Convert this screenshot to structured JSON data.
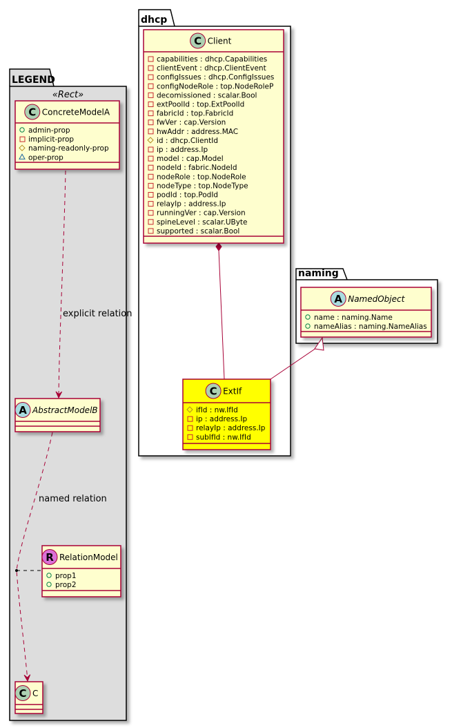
{
  "colors": {
    "class_fill": "#fefece",
    "class_border": "#a80036",
    "highlight_fill": "#ffff00",
    "legend_fill": "#dddddd",
    "icon_class": "#add1b2",
    "icon_abstract": "#a9dcdf",
    "icon_relation": "#da70d6",
    "vis_private": "#c82930",
    "vis_protected": "#b38d22",
    "vis_public": "#038048",
    "vis_package": "#1963a0"
  },
  "packages": [
    {
      "id": "legend",
      "name": "LEGEND",
      "stereotype": "«Rect»"
    },
    {
      "id": "dhcp",
      "name": "dhcp"
    },
    {
      "id": "naming",
      "name": "naming"
    }
  ],
  "classes": [
    {
      "id": "ConcreteModelA",
      "package": "legend",
      "kind": "C",
      "name": "ConcreteModelA",
      "italic": false,
      "attributes": [
        {
          "vis": "+",
          "text": "admin-prop"
        },
        {
          "vis": "-",
          "text": "implicit-prop"
        },
        {
          "vis": "#",
          "text": "naming-readonly-prop"
        },
        {
          "vis": "~",
          "text": "oper-prop"
        }
      ]
    },
    {
      "id": "AbstractModelB",
      "package": "legend",
      "kind": "A",
      "name": "AbstractModelB",
      "italic": true,
      "attributes": []
    },
    {
      "id": "RelationModel",
      "package": "legend",
      "kind": "R",
      "name": "RelationModel",
      "italic": false,
      "attributes": [
        {
          "vis": "+",
          "text": "prop1"
        },
        {
          "vis": "+",
          "text": "prop2"
        }
      ]
    },
    {
      "id": "C",
      "package": "legend",
      "kind": "C",
      "name": "C",
      "italic": false,
      "attributes": []
    },
    {
      "id": "Client",
      "package": "dhcp",
      "kind": "C",
      "name": "Client",
      "italic": false,
      "attributes": [
        {
          "vis": "-",
          "text": "capabilities : dhcp.Capabilities"
        },
        {
          "vis": "-",
          "text": "clientEvent : dhcp.ClientEvent"
        },
        {
          "vis": "-",
          "text": "configIssues : dhcp.ConfigIssues"
        },
        {
          "vis": "-",
          "text": "configNodeRole : top.NodeRoleP"
        },
        {
          "vis": "-",
          "text": "decomissioned : scalar.Bool"
        },
        {
          "vis": "-",
          "text": "extPoolId : top.ExtPoolId"
        },
        {
          "vis": "-",
          "text": "fabricId : top.FabricId"
        },
        {
          "vis": "-",
          "text": "fwVer : cap.Version"
        },
        {
          "vis": "-",
          "text": "hwAddr : address.MAC"
        },
        {
          "vis": "#",
          "text": "id : dhcp.ClientId"
        },
        {
          "vis": "-",
          "text": "ip : address.Ip"
        },
        {
          "vis": "-",
          "text": "model : cap.Model"
        },
        {
          "vis": "-",
          "text": "nodeId : fabric.NodeId"
        },
        {
          "vis": "-",
          "text": "nodeRole : top.NodeRole"
        },
        {
          "vis": "-",
          "text": "nodeType : top.NodeType"
        },
        {
          "vis": "-",
          "text": "podId : top.PodId"
        },
        {
          "vis": "-",
          "text": "relayIp : address.Ip"
        },
        {
          "vis": "-",
          "text": "runningVer : cap.Version"
        },
        {
          "vis": "-",
          "text": "spineLevel : scalar.UByte"
        },
        {
          "vis": "-",
          "text": "supported : scalar.Bool"
        }
      ]
    },
    {
      "id": "ExtIf",
      "package": "dhcp",
      "kind": "C",
      "name": "ExtIf",
      "italic": false,
      "highlighted": true,
      "attributes": [
        {
          "vis": "#",
          "text": "ifId : nw.IfId"
        },
        {
          "vis": "-",
          "text": "ip : address.Ip"
        },
        {
          "vis": "-",
          "text": "relayIp : address.Ip"
        },
        {
          "vis": "-",
          "text": "subIfId : nw.IfId"
        }
      ]
    },
    {
      "id": "NamedObject",
      "package": "naming",
      "kind": "A",
      "name": "NamedObject",
      "italic": true,
      "attributes": [
        {
          "vis": "+",
          "text": "name : naming.Name"
        },
        {
          "vis": "+",
          "text": "nameAlias : naming.NameAlias"
        }
      ]
    }
  ],
  "relations": [
    {
      "from": "ConcreteModelA",
      "to": "AbstractModelB",
      "type": "dependency",
      "label": "explicit relation"
    },
    {
      "from": "AbstractModelB",
      "to": "C",
      "type": "dependency",
      "label": "named relation",
      "association_class": "RelationModel"
    },
    {
      "from": "Client",
      "to": "ExtIf",
      "type": "composition"
    },
    {
      "from": "ExtIf",
      "to": "NamedObject",
      "type": "inheritance"
    }
  ]
}
